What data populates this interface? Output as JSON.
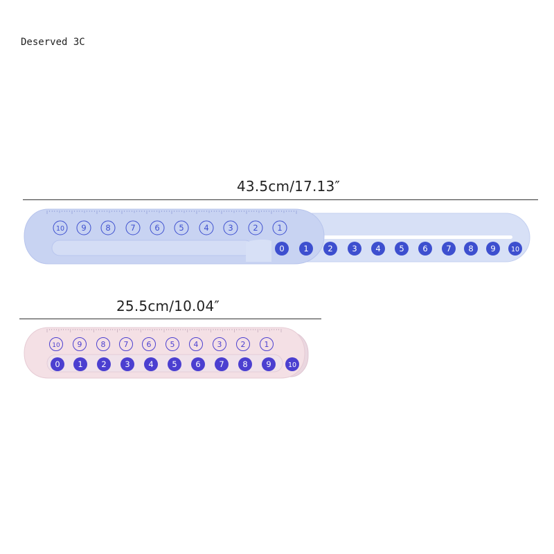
{
  "watermark": "Deserved 3C",
  "large_ruler": {
    "dimension_label": "43.5cm/17.13″",
    "top_row": [
      "10",
      "9",
      "8",
      "7",
      "6",
      "5",
      "4",
      "3",
      "2",
      "1"
    ],
    "bottom_row": [
      "0",
      "1",
      "2",
      "3",
      "4",
      "5",
      "6",
      "7",
      "8",
      "9",
      "10"
    ],
    "colors": {
      "body": "#c9d4f2",
      "slider": "#dbe3f7",
      "number": "#3d4fcf",
      "outline": "#b3c0ea"
    }
  },
  "small_ruler": {
    "dimension_label": "25.5cm/10.04″",
    "top_row": [
      "10",
      "9",
      "8",
      "7",
      "6",
      "5",
      "4",
      "3",
      "2",
      "1"
    ],
    "bottom_row": [
      "0",
      "1",
      "2",
      "3",
      "4",
      "5",
      "6",
      "7",
      "8",
      "9",
      "10"
    ],
    "colors": {
      "body": "#f3dfe4",
      "slider": "#eedde6",
      "number": "#4b3fd0",
      "outline": "#e2c8d2"
    }
  }
}
